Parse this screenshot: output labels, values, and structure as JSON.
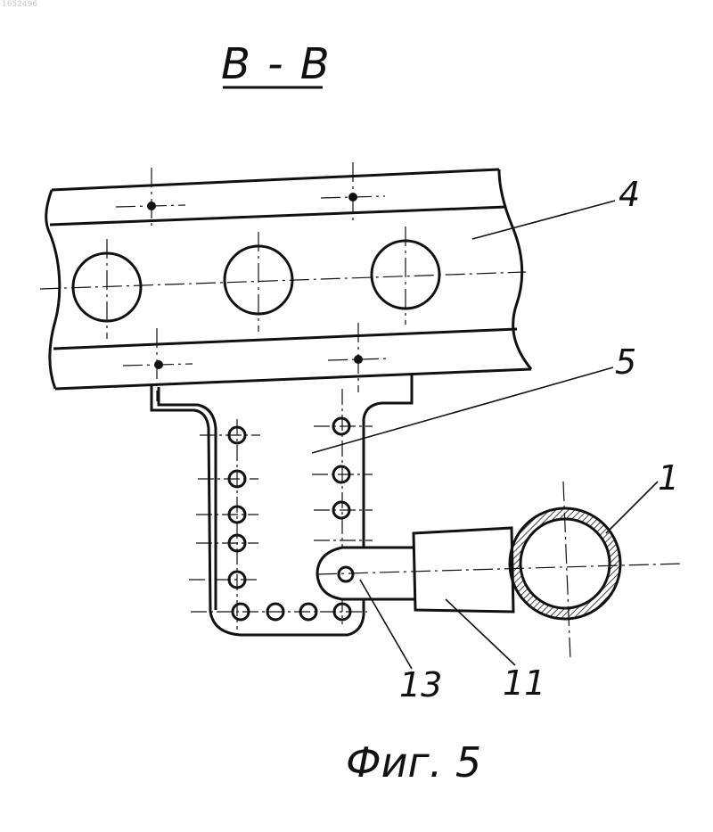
{
  "document_number": "1652496",
  "section_title": "В - В",
  "caption": "Фиг. 5",
  "labels": {
    "part_4": "4",
    "part_5": "5",
    "part_1": "1",
    "part_13": "13",
    "part_11": "11"
  },
  "colors": {
    "ink": "#111111",
    "paper": "#ffffff"
  }
}
